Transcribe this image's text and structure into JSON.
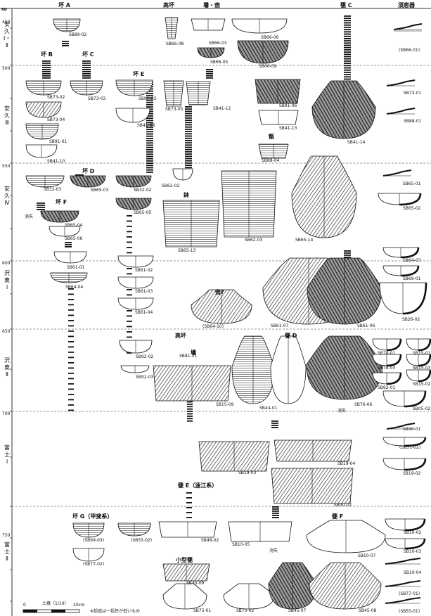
{
  "headers": {
    "ad": "AD",
    "cup_a": "坏 A",
    "takatsuki": "高坏",
    "tsubo": "壜・壺",
    "kame_c": "甕 C",
    "sue": "須恵器",
    "cup_b": "坏 B",
    "cup_c": "坏 C",
    "cup_e": "坏 E",
    "cup_d": "坏 D",
    "cup_f": "坏 F",
    "hachi": "鉢",
    "koshiki": "甑",
    "tsubo_q": "壺?",
    "takatsuki2": "高坏",
    "tsubo2": "壜",
    "kame_d": "甕 D",
    "kame_e": "甕 E（遠江系）",
    "cup_g": "坏 G（甲斐系）",
    "kame_f": "甕 F",
    "small_kame": "小型甕"
  },
  "years": [
    "450",
    "500",
    "550",
    "600",
    "650",
    "700",
    "750"
  ],
  "periods": [
    "安久Ⅰ・Ⅱ",
    "安久Ⅲ",
    "安久Ⅳ",
    "沢東Ⅰ",
    "沢東Ⅱ",
    "富士Ⅰ",
    "富士Ⅱ"
  ],
  "labels": {
    "SB89_02": "SB89-02",
    "SB66_08": "SB66-08",
    "SB66_03": "SB66-03",
    "SB66_05": "SB66-05",
    "SB66_06": "SB66-06",
    "SB66_09": "SB66-09",
    "SB66_01": "(SB66-01)",
    "SB73_02": "SB73-02",
    "SB73_04": "SB73-04",
    "SB91_01": "SB91-01",
    "SB41_10": "SB41-10",
    "SB73_03": "SB73-03",
    "SB91_03": "SB91-03",
    "SB41_08": "SB41-08",
    "SB73_05": "SB73-05",
    "SB41_12": "SB41-12",
    "SB91_06": "SB91-06",
    "SB41_13": "SB41-13",
    "SB88_04": "SB88-04",
    "SB41_14": "SB41-14",
    "SB73_01": "SB73-01",
    "SB88_01": "SB88-01",
    "SB32_03": "SB32-03",
    "SB65_03": "SB65-03",
    "SB32_02": "SB32-02",
    "SB65_05": "SB65-05",
    "SB65_04": "SB65-04",
    "SB65_06": "SB65-06",
    "lost": "消失",
    "SB62_02": "SB62-02",
    "SB65_13": "SB65-13",
    "SB62_03": "SB62-03",
    "SB65_14": "SB65-14",
    "SB65_01": "SB65-01",
    "SB65_02": "SB65-02",
    "SB61_01": "SB61-01",
    "SB64_04": "SB64-04",
    "SB61_02": "SB61-02",
    "SB61_03": "SB61-03",
    "SB61_04": "SB61-04",
    "SB64_10": "(SB64-10)",
    "SB61_07": "SB61-07",
    "SB61_06": "SB61-06",
    "SB64_03": "SB64-03",
    "SB69_01": "SB69-01",
    "SB26_02": "SB26-02",
    "SB92_02": "SB92-02",
    "SB92_03": "SB92-03",
    "SB81_01": "SB81-01",
    "SB15_09": "SB15-09",
    "SB44_01": "SB44-01",
    "SB76_06": "SB76-06",
    "lost2": "消失",
    "SB78_01": "SB78-01",
    "SB15_01": "SB15-01",
    "SB78_03": "SB78-03",
    "SB15_03": "SB15-03",
    "SB15_02": "SB15-02",
    "SB92_01": "SB92-01",
    "SB05_02": "SB05-02",
    "SB19_03": "SB19-03",
    "SB19_04": "SB19-04",
    "SB30_02": "SB30-02",
    "SB30_01": "SB30-01",
    "SB51_02": "(SB51-02)",
    "SB19_02": "SB19-02",
    "SB69_03": "(SB69-03)",
    "SB77_02": "(SB77-02)",
    "SB55_02": "(SB55-02)",
    "SB48_02": "SB48-02",
    "SB10_05": "SB10-05",
    "lost3": "消失",
    "SB10_07": "SB10-07",
    "SB45_09": "SB45-09",
    "SB75_01": "SB75-01",
    "SB75_02": "SB75-02",
    "SB45_07": "SB45-07",
    "SB45_08": "SB45-08",
    "SB10_02": "SB10-02",
    "SB10_03": "SB10-03",
    "SB10_04": "SB10-04",
    "SB77_01": "(SB77-01)",
    "SB55_01": "(SB55-01)"
  },
  "scale": {
    "zero": "0",
    "unit": "土器（1/10）",
    "max": "20cm"
  },
  "footnote": "※括弧は一括性が低いもの"
}
